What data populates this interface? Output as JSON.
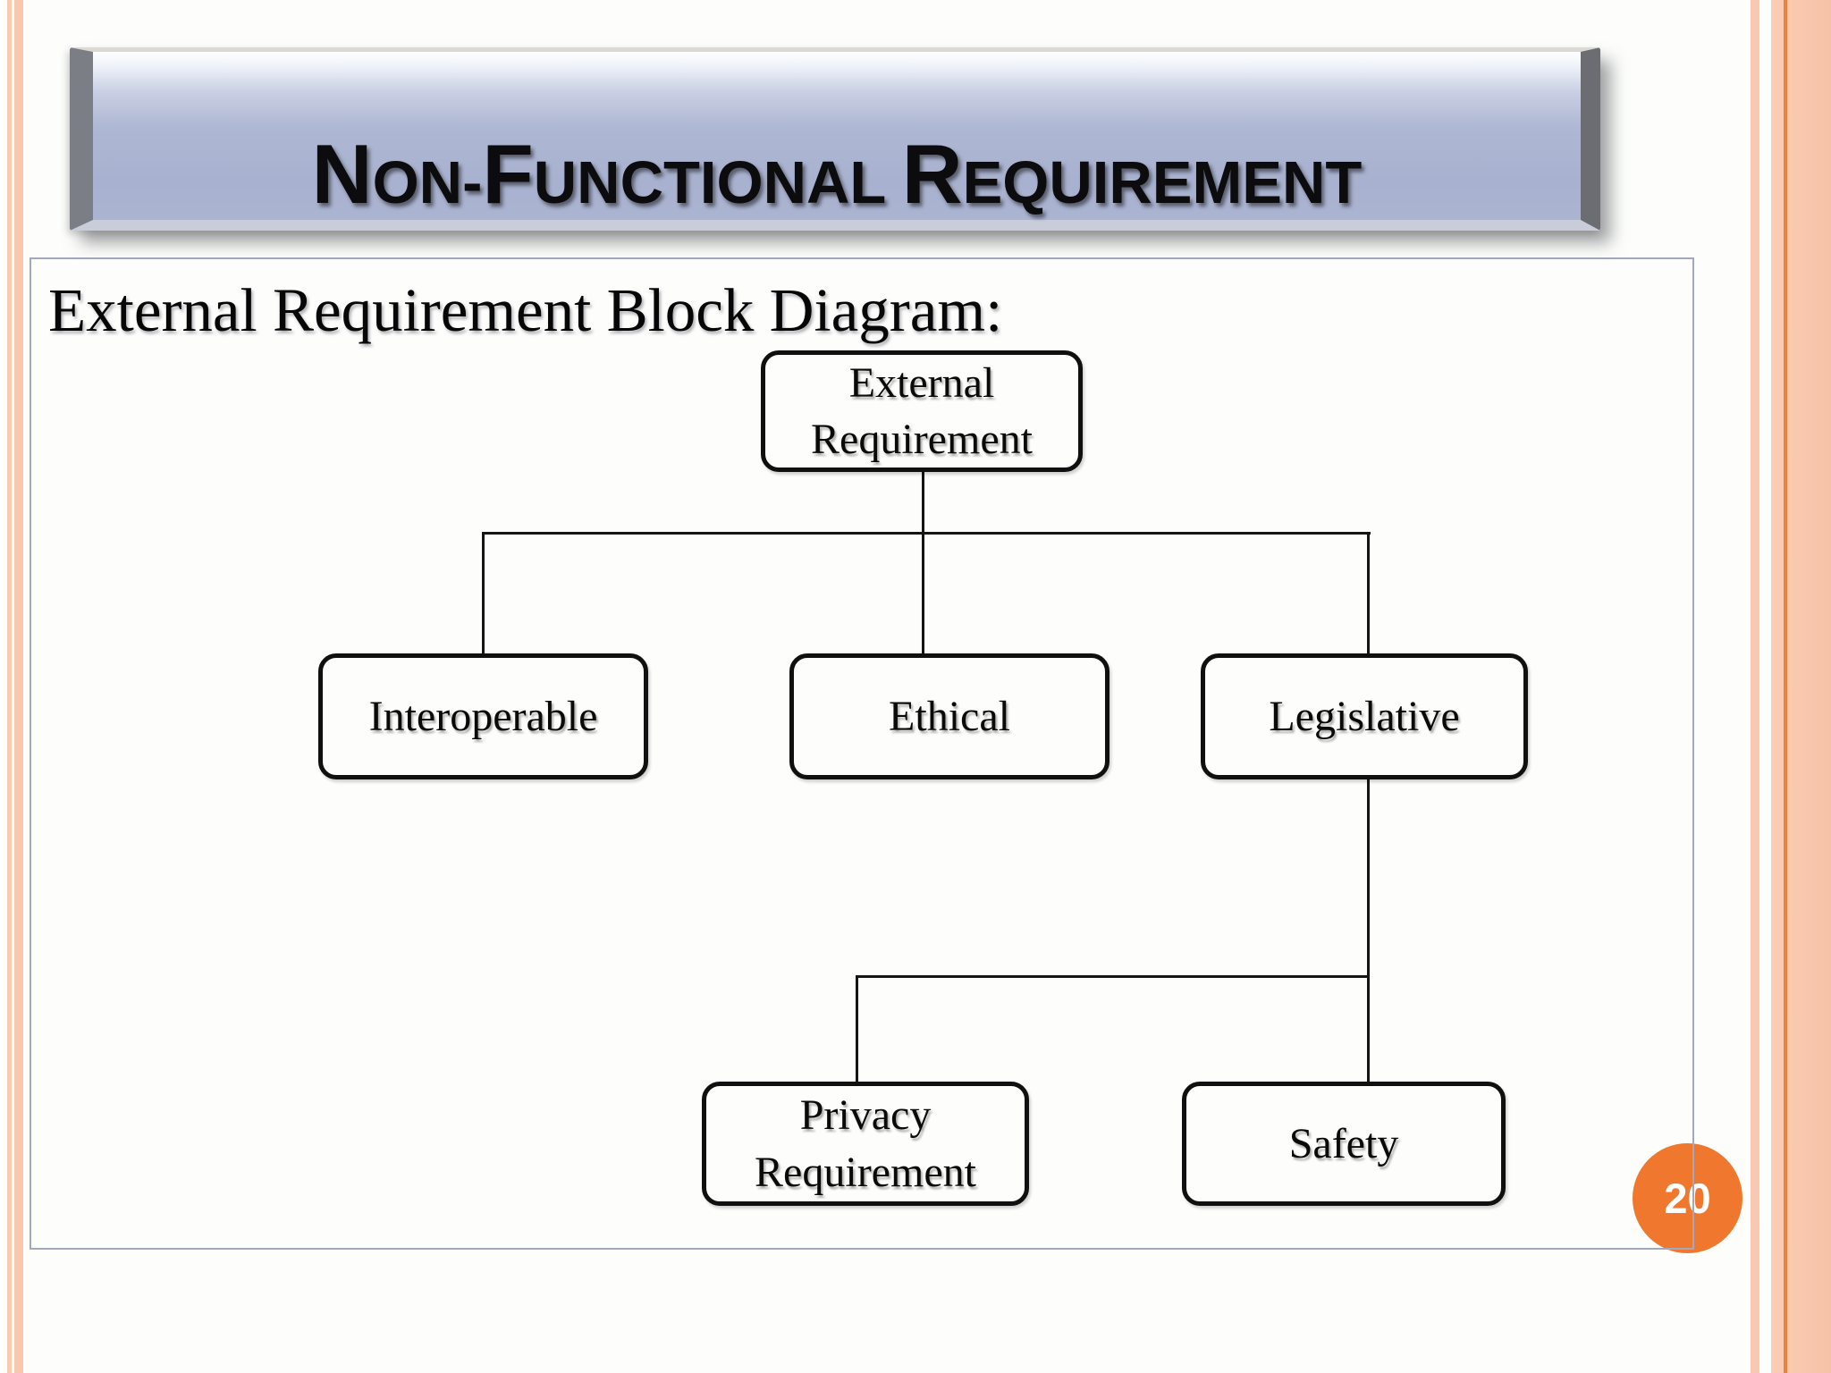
{
  "slide": {
    "title": {
      "text": "NON-FUNCTIONAL REQUIREMENT",
      "segments": [
        {
          "text": "N",
          "size": "big"
        },
        {
          "text": "ON-",
          "size": "small"
        },
        {
          "text": "F",
          "size": "big"
        },
        {
          "text": "UNCTIONAL ",
          "size": "small"
        },
        {
          "text": "R",
          "size": "big"
        },
        {
          "text": "EQUIREMENT",
          "size": "small"
        }
      ]
    },
    "heading": "External Requirement Block Diagram:",
    "page_number": "20"
  },
  "diagram": {
    "type": "block-diagram",
    "nodes": [
      {
        "id": "external-requirement",
        "label_lines": [
          "External",
          "Requirement"
        ]
      },
      {
        "id": "interoperable",
        "label_lines": [
          "Interoperable"
        ]
      },
      {
        "id": "ethical",
        "label_lines": [
          "Ethical"
        ]
      },
      {
        "id": "legislative",
        "label_lines": [
          "Legislative"
        ]
      },
      {
        "id": "privacy-requirement",
        "label_lines": [
          "Privacy",
          "Requirement"
        ]
      },
      {
        "id": "safety",
        "label_lines": [
          "Safety"
        ]
      }
    ],
    "edges": [
      {
        "from": "external-requirement",
        "to": "interoperable"
      },
      {
        "from": "external-requirement",
        "to": "ethical"
      },
      {
        "from": "external-requirement",
        "to": "legislative"
      },
      {
        "from": "legislative",
        "to": "privacy-requirement"
      },
      {
        "from": "legislative",
        "to": "safety"
      }
    ]
  },
  "colors": {
    "accent_orange": "#F0772E",
    "stripe_salmon": "#F9C8B0",
    "stripe_dark_line": "#E9823E",
    "banner_face": "#AAB3D0",
    "content_border": "#A3A7C0",
    "connector_black": "#151515"
  }
}
